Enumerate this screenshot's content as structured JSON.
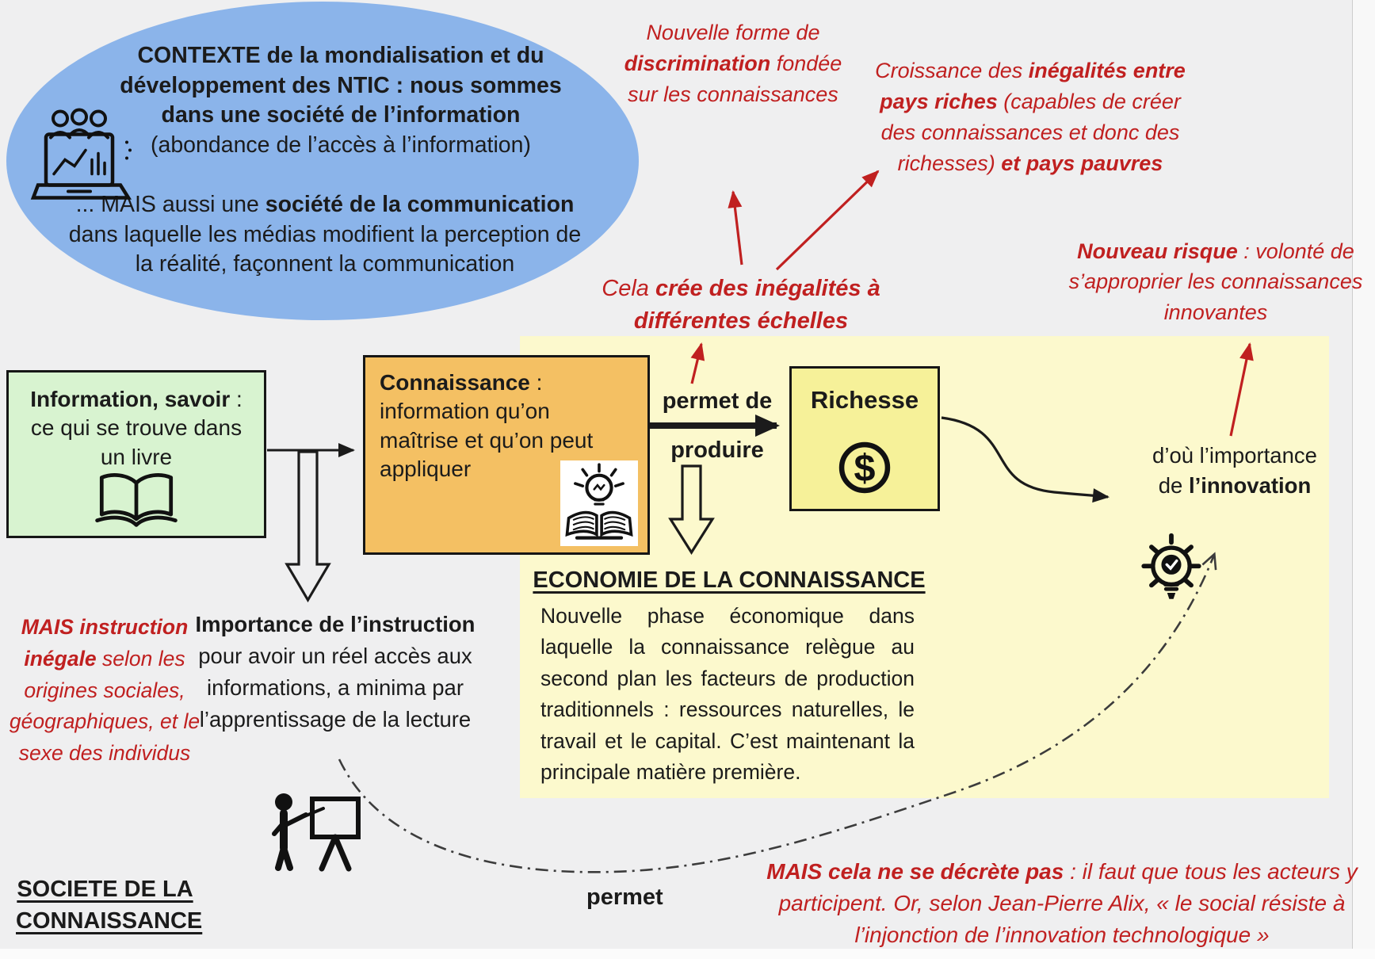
{
  "colors": {
    "background": "#efeff0",
    "bubble_blue": "#8bb4ea",
    "box_green": "#d8f3d0",
    "box_orange": "#f4c063",
    "panel_yellow": "#fcf9cd",
    "box_richesse_yellow": "#f6f199",
    "annotation_red": "#c02020",
    "text_black": "#1b1b1b"
  },
  "context_bubble": {
    "p1": [
      {
        "t": "CONTEXTE de la mondialisation et du développement des NTIC : nous sommes dans une société de l’information ",
        "b": 1
      },
      {
        "t": "(abondance de l’accès à l’information)"
      }
    ],
    "p2": [
      {
        "t": "... MAIS aussi une "
      },
      {
        "t": "société de la communication",
        "b": 1
      },
      {
        "t": " dans laquelle les médias modifient la perception de la réalité, façonnent la communication"
      }
    ]
  },
  "annotations": {
    "discrimination": [
      {
        "t": "Nouvelle forme de ",
        "i": 1
      },
      {
        "t": "discrimination",
        "b": 1,
        "i": 1
      },
      {
        "t": " fondée sur les connaissances",
        "i": 1
      }
    ],
    "croissance": [
      {
        "t": "Croissance des ",
        "i": 1
      },
      {
        "t": "inégalités entre pays riches ",
        "b": 1,
        "i": 1
      },
      {
        "t": "(capables de créer des connaissances et donc des richesses) ",
        "i": 1
      },
      {
        "t": "et pays pauvres",
        "b": 1,
        "i": 1
      }
    ],
    "nouveau_risque": [
      {
        "t": "Nouveau risque",
        "b": 1,
        "i": 1
      },
      {
        "t": " : volonté de s’approprier les connaissances innovantes",
        "i": 1
      }
    ],
    "cela_cree": [
      {
        "t": "Cela ",
        "i": 1
      },
      {
        "t": "crée des inégalités à différentes échelles",
        "b": 1,
        "i": 1
      }
    ],
    "mais_instruction": [
      {
        "t": "MAIS instruction inégale",
        "b": 1,
        "i": 1
      },
      {
        "t": " selon les origines sociales, géographiques, et le sexe des individus",
        "i": 1
      }
    ],
    "mais_decrete": [
      {
        "t": "MAIS cela ne se décrète pas",
        "b": 1,
        "i": 1
      },
      {
        "t": " : il faut que tous les acteurs y participent. Or, selon Jean-Pierre Alix, « le social résiste à l’injonction de l’innovation technologique »",
        "i": 1
      }
    ]
  },
  "boxes": {
    "information": {
      "text": [
        {
          "t": "Information, savoir",
          "b": 1
        },
        {
          "t": " : ce qui se trouve dans un livre"
        }
      ]
    },
    "connaissance": {
      "text": [
        {
          "t": "Connaissance",
          "b": 1
        },
        {
          "t": " : information qu’on maîtrise et qu’on peut appliquer"
        }
      ]
    },
    "richesse": {
      "label": "Richesse"
    },
    "economie": {
      "title": "ECONOMIE DE LA CONNAISSANCE",
      "body": "Nouvelle phase économique dans laquelle la connaissance relègue au second plan les facteurs de production traditionnels : ressources naturelles, le travail et le capital. C’est maintenant la principale matière première."
    }
  },
  "labels": {
    "permet_de": "permet de",
    "produire": "produire",
    "permet": "permet",
    "importance_instruction": [
      {
        "t": "Importance de l’instruction",
        "b": 1
      },
      {
        "t": " pour avoir un réel accès aux informations, a minima par l’apprentissage de la lecture"
      }
    ],
    "dou_importance": [
      {
        "t": "d’où l’importance de "
      },
      {
        "t": "l’innovation",
        "b": 1
      }
    ],
    "societe_line1": "SOCIETE DE LA",
    "societe_line2": "CONNAISSANCE"
  },
  "icons": {
    "bubble": "laptop-media-people-icon",
    "information": "open-book-icon",
    "connaissance": "idea-book-icon",
    "richesse": "dollar-coin-icon",
    "innovation": "innovation-bulb-icon",
    "instruction": "teacher-board-icon"
  }
}
